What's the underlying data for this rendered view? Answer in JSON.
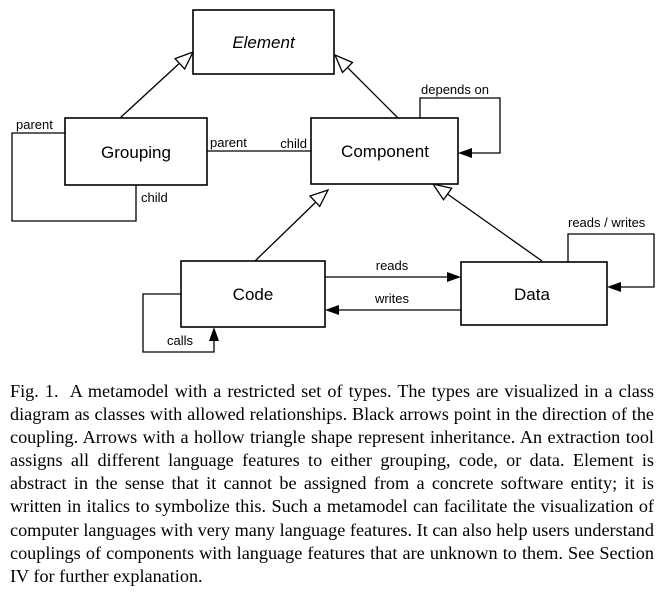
{
  "diagram": {
    "classes": {
      "element": "Element",
      "grouping": "Grouping",
      "component": "Component",
      "code": "Code",
      "data": "Data"
    },
    "relations": {
      "grouping_parent_self": "parent",
      "grouping_child_self": "child",
      "grouping_component_parent": "parent",
      "grouping_component_child": "child",
      "component_depends_on": "depends on",
      "code_reads_data": "reads",
      "data_writes_code": "writes",
      "code_calls": "calls",
      "data_reads_writes": "reads / writes"
    }
  },
  "caption": {
    "label": "Fig. 1.",
    "text": "A metamodel with a restricted set of types. The types are visualized in a class diagram as classes with allowed relationships. Black arrows point in the direction of the coupling. Arrows with a hollow triangle shape represent inheritance. An extraction tool assigns all different language features to either grouping, code, or data. Element is abstract in the sense that it cannot be assigned from a concrete software entity; it is written in italics to symbolize this. Such a metamodel can facilitate the visualization of computer languages with very many language features. It can also help users understand couplings of components with language features that are unknown to them. See Section IV for further explanation."
  }
}
